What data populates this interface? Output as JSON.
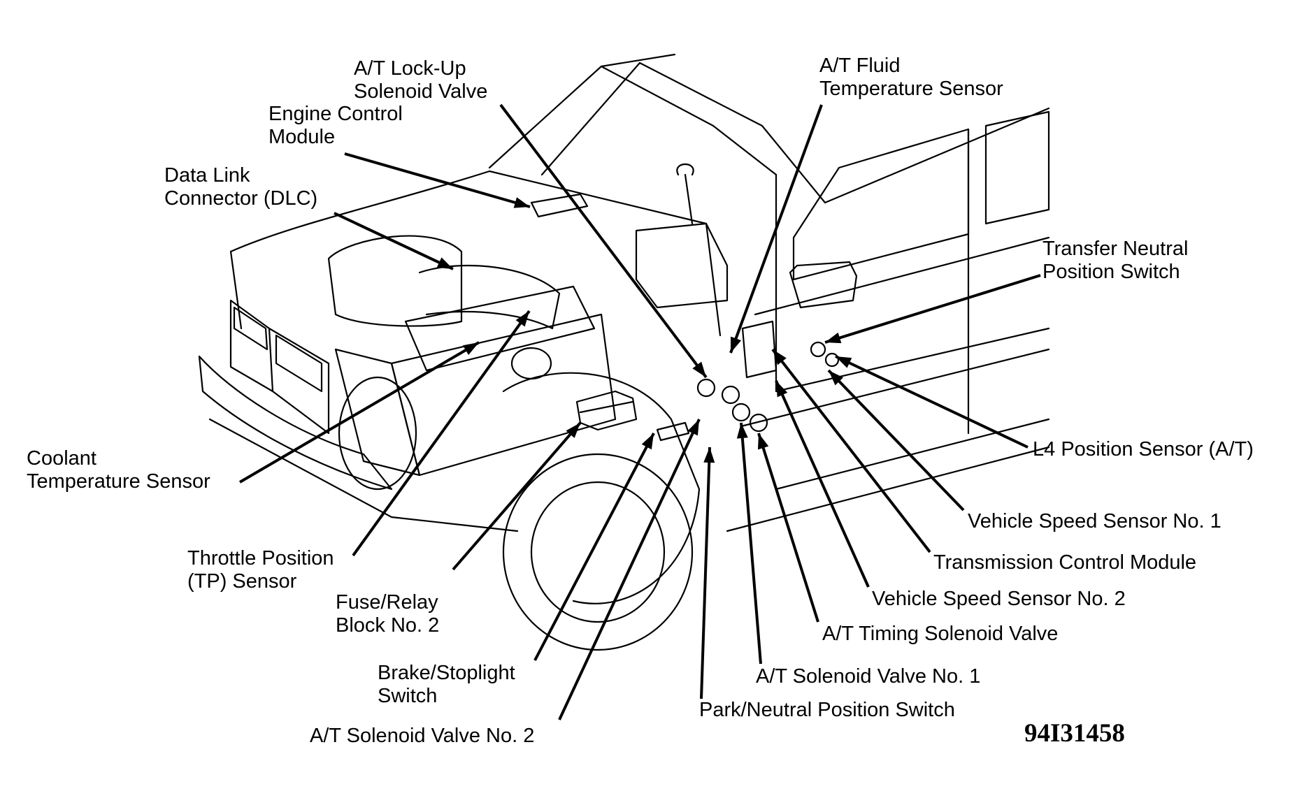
{
  "figure_number": "94I31458",
  "colors": {
    "line": "#000000",
    "background": "#ffffff"
  },
  "labels": {
    "lockup_solenoid": {
      "line1": "A/T Lock-Up",
      "line2": "Solenoid Valve"
    },
    "fluid_temp_sensor": {
      "line1": "A/T Fluid",
      "line2": "Temperature Sensor"
    },
    "engine_control_module": {
      "line1": "Engine Control",
      "line2": "Module"
    },
    "data_link_connector": {
      "line1": "Data Link",
      "line2": "Connector (DLC)"
    },
    "transfer_neutral_switch": {
      "line1": "Transfer Neutral",
      "line2": "Position Switch"
    },
    "l4_position_sensor": {
      "line1": "L4 Position Sensor (A/T)"
    },
    "coolant_temp_sensor": {
      "line1": "Coolant",
      "line2": "Temperature Sensor"
    },
    "vehicle_speed_sensor_1": {
      "line1": "Vehicle Speed Sensor No. 1"
    },
    "transmission_control_module": {
      "line1": "Transmission Control Module"
    },
    "throttle_position_sensor": {
      "line1": "Throttle Position",
      "line2": "(TP) Sensor"
    },
    "vehicle_speed_sensor_2": {
      "line1": "Vehicle Speed Sensor No. 2"
    },
    "fuse_relay_block": {
      "line1": "Fuse/Relay",
      "line2": "Block No. 2"
    },
    "timing_solenoid": {
      "line1": "A/T Timing Solenoid Valve"
    },
    "brake_stoplight_switch": {
      "line1": "Brake/Stoplight",
      "line2": "Switch"
    },
    "solenoid_valve_1": {
      "line1": "A/T Solenoid Valve No. 1"
    },
    "park_neutral_switch": {
      "line1": "Park/Neutral Position Switch"
    },
    "solenoid_valve_2": {
      "line1": "A/T Solenoid Valve No. 2"
    }
  }
}
